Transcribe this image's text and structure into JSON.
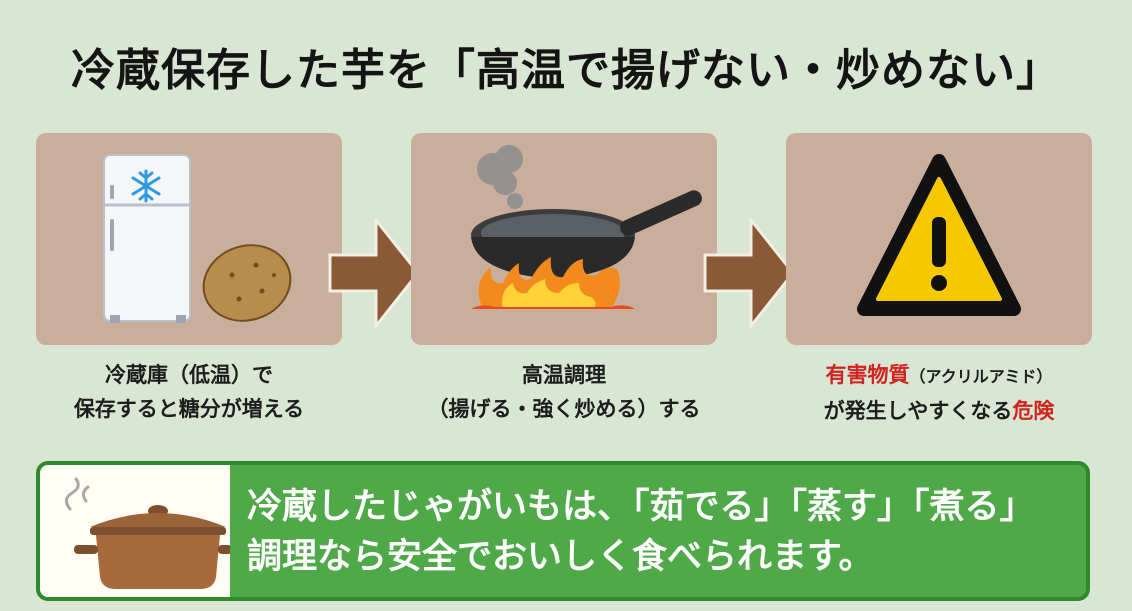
{
  "title": "冷蔵保存した芋を「高温で揚げない・炒めない」",
  "steps": [
    {
      "line1": "冷蔵庫（低温）で",
      "line2": "保存すると糖分が増える"
    },
    {
      "line1": "高温調理",
      "line2": "（揚げる・強く炒める）する"
    },
    {
      "line1_red": "有害物質",
      "line1_small": "（アクリルアミド）",
      "line2": "が発生しやすくなる",
      "line2_red": "危険"
    }
  ],
  "bottom": {
    "line1": "冷蔵したじゃがいもは、「茹でる」「蒸す」「煮る」",
    "line2": "調理なら安全でおいしく食べられます。"
  },
  "colors": {
    "background": "#d9e6d3",
    "panel": "#c8ae9b",
    "arrow": "#8a5a36",
    "danger_text": "#d2231f",
    "bottom_bar": "#4fa948",
    "warning_yellow": "#f6c800"
  },
  "icons": [
    "refrigerator-icon",
    "snowflake-icon",
    "potato-icon",
    "frying-pan-icon",
    "steam-icon",
    "flame-icon",
    "warning-icon",
    "pot-icon"
  ]
}
